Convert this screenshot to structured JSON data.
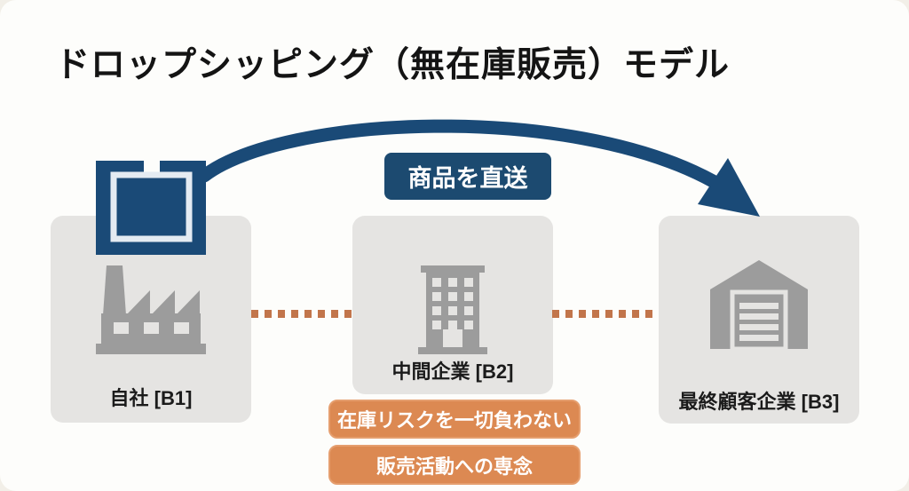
{
  "title": "ドロップシッピング（無在庫販売）モデル",
  "arrow": {
    "label": "商品を直送"
  },
  "nodes": [
    {
      "id": "b1",
      "label": "自社 [B1]",
      "icon": "factory-icon"
    },
    {
      "id": "b2",
      "label": "中間企業 [B2]",
      "icon": "office-building-icon"
    },
    {
      "id": "b3",
      "label": "最終顧客企業 [B3]",
      "icon": "warehouse-icon"
    }
  ],
  "benefits": [
    "在庫リスクを一切負わない",
    "販売活動への専念"
  ],
  "colors": {
    "navy": "#1a4a77",
    "label_navy": "#1c4a70",
    "orange": "#dc8952",
    "dash_orange": "#c2754b",
    "box_gray": "#e5e4e2",
    "icon_gray": "#9c9c9c",
    "text_dark": "#141414"
  }
}
